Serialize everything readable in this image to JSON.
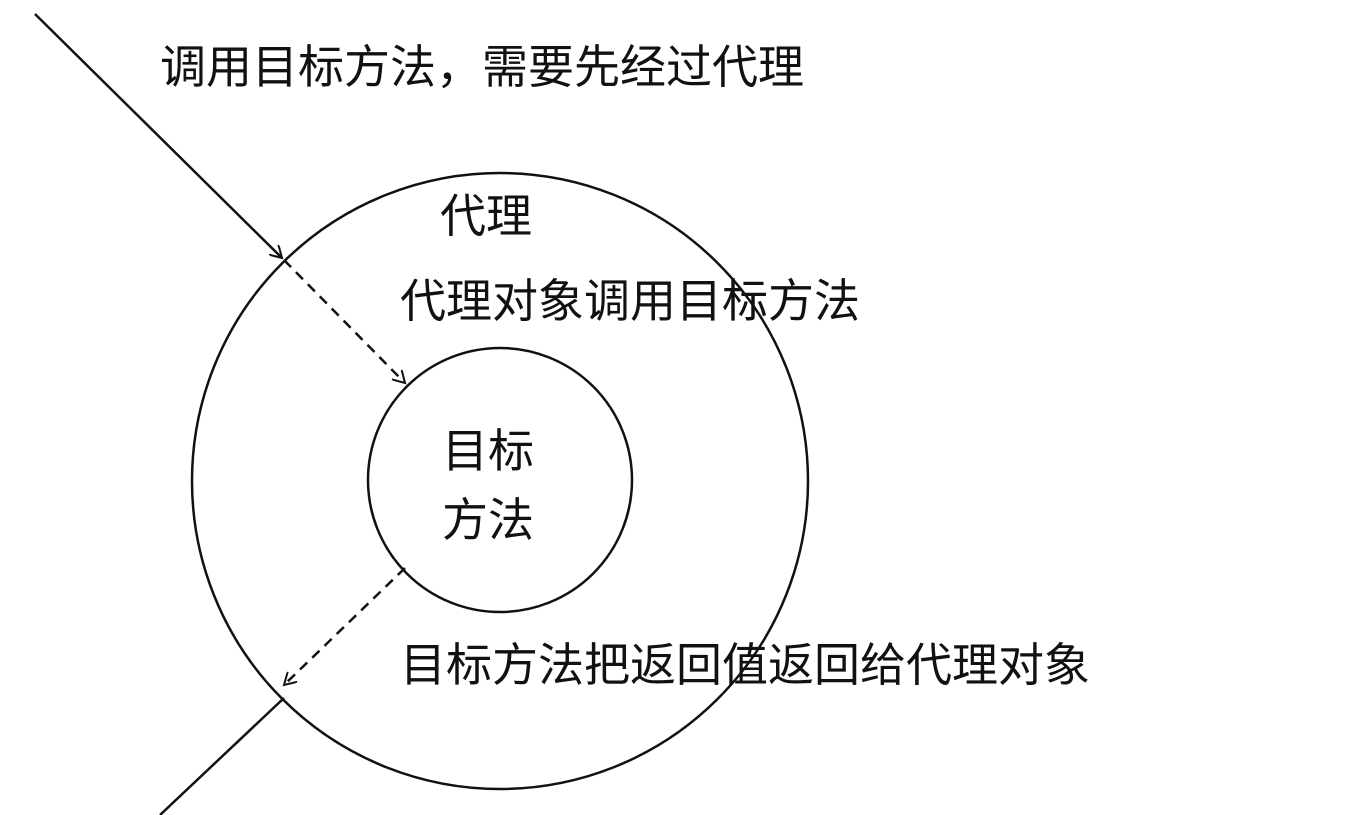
{
  "diagram": {
    "title_call": "调用目标方法，需要先经过代理",
    "proxy_label": "代理",
    "proxy_calls_target": "代理对象调用目标方法",
    "target_line1": "目标",
    "target_line2": "方法",
    "target_returns": "目标方法把返回值返回给代理对象"
  },
  "colors": {
    "stroke": "#111111",
    "background": "#ffffff"
  }
}
